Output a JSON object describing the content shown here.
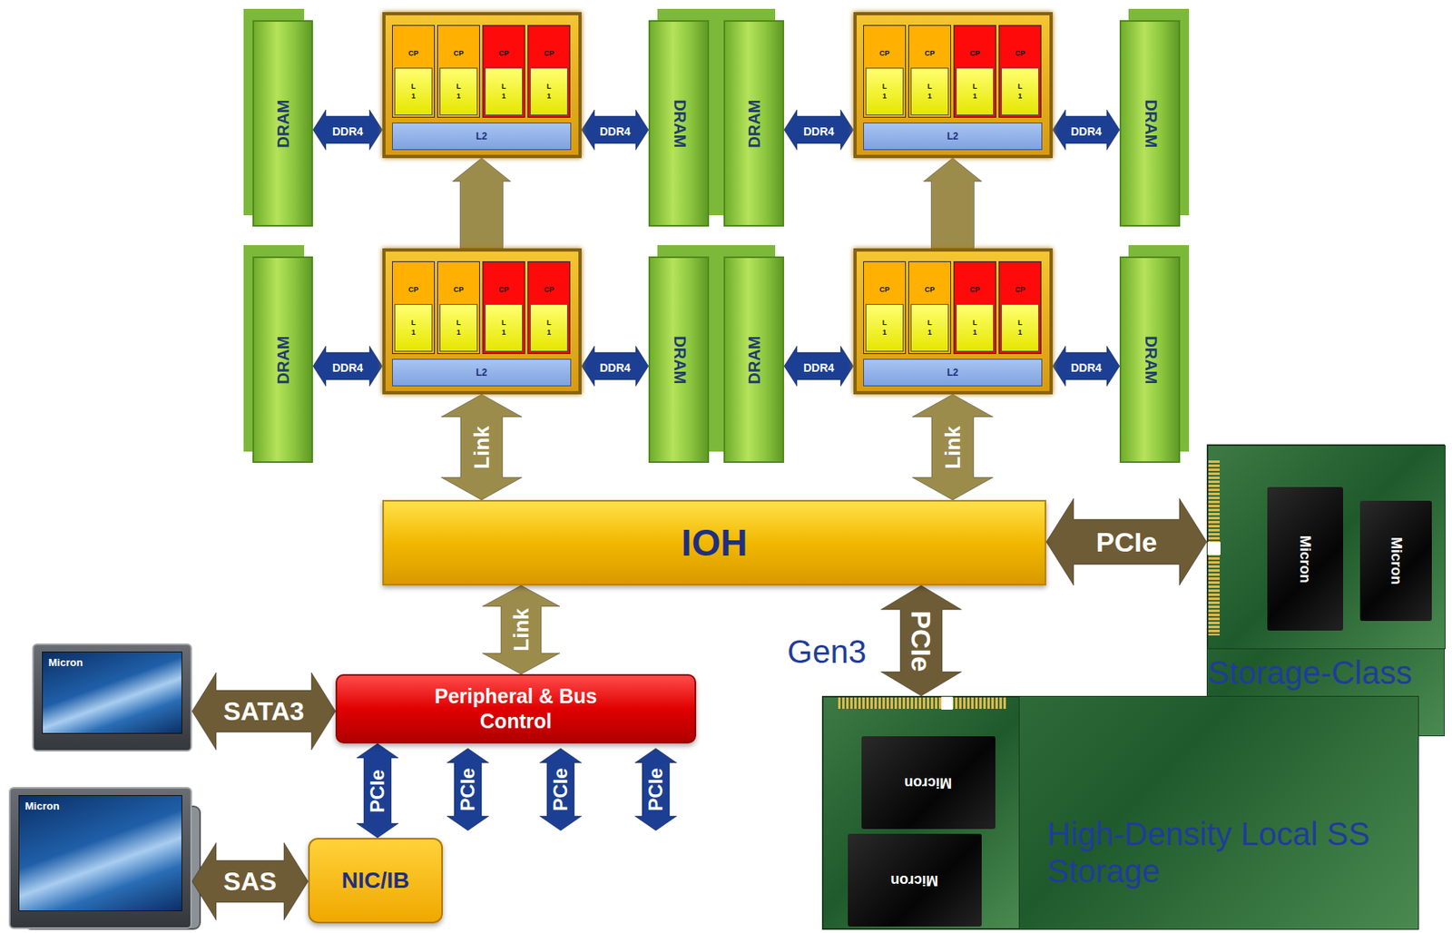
{
  "diagram": {
    "nodes": [
      {
        "text": [
          "DRAM"
        ]
      },
      {
        "text": []
      },
      {
        "text": [
          "CP"
        ],
        "in": 1
      },
      {
        "text": [
          "L 1"
        ],
        "in": 2
      },
      {
        "text": [
          "CP"
        ],
        "in": 1
      },
      {
        "text": [
          "L 1"
        ],
        "in": 4
      },
      {
        "text": [
          "CP"
        ],
        "in": 1
      },
      {
        "text": [
          "L 1"
        ],
        "in": 6
      },
      {
        "text": [
          "CP"
        ],
        "in": 1
      },
      {
        "text": [
          "L 1"
        ],
        "in": 8
      },
      {
        "text": [
          "L2"
        ],
        "in": 1
      },
      {
        "text": [
          "DRAM"
        ]
      },
      {
        "text": [
          "DRAM"
        ]
      },
      {
        "text": []
      },
      {
        "text": [
          "CP"
        ],
        "in": 13
      },
      {
        "text": [
          "L 1"
        ],
        "in": 14
      },
      {
        "text": [
          "CP"
        ],
        "in": 13
      },
      {
        "text": [
          "L 1"
        ],
        "in": 16
      },
      {
        "text": [
          "CP"
        ],
        "in": 13
      },
      {
        "text": [
          "L 1"
        ],
        "in": 18
      },
      {
        "text": [
          "CP"
        ],
        "in": 13
      },
      {
        "text": [
          "L 1"
        ],
        "in": 20
      },
      {
        "text": [
          "L2"
        ],
        "in": 13
      },
      {
        "text": [
          "DRAM"
        ]
      },
      {
        "text": [
          "DRAM"
        ]
      },
      {
        "text": []
      },
      {
        "text": [
          "CP"
        ],
        "in": 25
      },
      {
        "text": [
          "L 1"
        ],
        "in": 26
      },
      {
        "text": [
          "CP"
        ],
        "in": 25
      },
      {
        "text": [
          "L 1"
        ],
        "in": 28
      },
      {
        "text": [
          "CP"
        ],
        "in": 25
      },
      {
        "text": [
          "L 1"
        ],
        "in": 30
      },
      {
        "text": [
          "CP"
        ],
        "in": 25
      },
      {
        "text": [
          "L 1"
        ],
        "in": 32
      },
      {
        "text": [
          "L2"
        ],
        "in": 25
      },
      {
        "text": [
          "DRAM"
        ]
      },
      {
        "text": [
          "DRAM"
        ]
      },
      {
        "text": []
      },
      {
        "text": [
          "CP"
        ],
        "in": 37
      },
      {
        "text": [
          "L 1"
        ],
        "in": 38
      },
      {
        "text": [
          "CP"
        ],
        "in": 37
      },
      {
        "text": [
          "L 1"
        ],
        "in": 40
      },
      {
        "text": [
          "CP"
        ],
        "in": 37
      },
      {
        "text": [
          "L 1"
        ],
        "in": 42
      },
      {
        "text": [
          "CP"
        ],
        "in": 37
      },
      {
        "text": [
          "L 1"
        ],
        "in": 44
      },
      {
        "text": [
          "L2"
        ],
        "in": 37
      },
      {
        "text": [
          "DRAM"
        ]
      },
      {
        "text": [
          "IOH"
        ]
      },
      {
        "text": [
          "Micron",
          "Micron",
          "Storage-Class Memory"
        ]
      },
      {
        "text": [
          "Micron"
        ]
      },
      {
        "text": [
          "Peripheral & Bus Control"
        ]
      },
      {
        "text": [
          "Micron",
          "Micron",
          "High-Density Local SS Storage"
        ]
      },
      {
        "text": [
          "Micron"
        ]
      },
      {
        "text": [
          "NIC/IB"
        ]
      }
    ],
    "edges": [
      {
        "from": 0,
        "to": 1,
        "label": "DDR4",
        "arrow": "both"
      },
      {
        "from": 11,
        "to": 1,
        "label": "DDR4",
        "arrow": "both"
      },
      {
        "from": 12,
        "to": 13,
        "label": "DDR4",
        "arrow": "both"
      },
      {
        "from": 23,
        "to": 13,
        "label": "DDR4",
        "arrow": "both"
      },
      {
        "from": 24,
        "to": 25,
        "label": "DDR4",
        "arrow": "both"
      },
      {
        "from": 35,
        "to": 25,
        "label": "DDR4",
        "arrow": "both"
      },
      {
        "from": 36,
        "to": 37,
        "label": "DDR4",
        "arrow": "both"
      },
      {
        "from": 47,
        "to": 37,
        "label": "DDR4",
        "arrow": "both"
      },
      {
        "from": 25,
        "to": 1,
        "arrow": "to"
      },
      {
        "from": 37,
        "to": 13,
        "arrow": "to"
      },
      {
        "from": 25,
        "to": 48,
        "label": "Link",
        "arrow": "both"
      },
      {
        "from": 37,
        "to": 48,
        "label": "Link",
        "arrow": "both"
      },
      {
        "from": 48,
        "to": 49,
        "label": "PCIe",
        "arrow": "both"
      },
      {
        "from": 48,
        "to": 52,
        "label": "PCIe",
        "arrow": "both"
      },
      {
        "from": 48,
        "to": 51,
        "label": "Link",
        "arrow": "both"
      },
      {
        "from": 51,
        "to": 50,
        "label": "SATA3",
        "arrow": "both"
      },
      {
        "from": 51,
        "to": 54,
        "label": "PCIe",
        "arrow": "both"
      },
      {
        "from": 54,
        "to": 53,
        "label": "SAS",
        "arrow": "both"
      }
    ],
    "labels": [
      "Gen3",
      "PCIe",
      "PCIe",
      "PCIe"
    ]
  }
}
